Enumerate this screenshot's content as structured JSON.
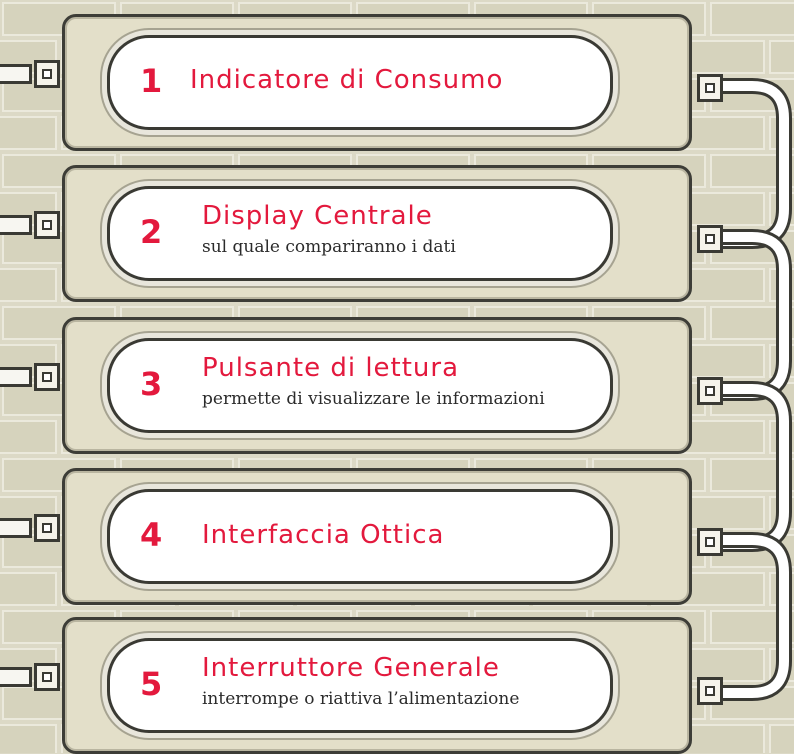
{
  "steps": [
    {
      "number": "1",
      "title": "Indicatore di Consumo",
      "subtitle": ""
    },
    {
      "number": "2",
      "title": "Display Centrale",
      "subtitle": "sul quale compariranno i dati"
    },
    {
      "number": "3",
      "title": "Pulsante di lettura",
      "subtitle": "permette di visualizzare le informazioni"
    },
    {
      "number": "4",
      "title": "Interfaccia Ottica",
      "subtitle": ""
    },
    {
      "number": "5",
      "title": "Interruttore Generale",
      "subtitle": "interrompe o riattiva l’alimentazione"
    }
  ],
  "colors": {
    "accent": "#e3193d",
    "background": "#dcd9c6",
    "panel": "#e3dfc9",
    "outline": "#3a3a34"
  },
  "icons": {
    "left_connector": "plug-icon",
    "right_connector": "socket-icon"
  }
}
